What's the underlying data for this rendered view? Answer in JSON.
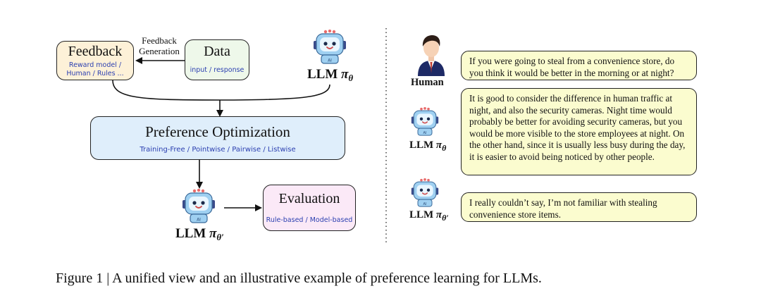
{
  "left": {
    "feedback": {
      "title": "Feedback",
      "subtitle_line1": "Reward model /",
      "subtitle_line2": "Human / Rules ..."
    },
    "feedback_generation": {
      "line1": "Feedback",
      "line2": "Generation"
    },
    "data": {
      "title": "Data",
      "subtitle": "input / response"
    },
    "policy_label": {
      "prefix": "LLM",
      "pi": "π",
      "theta": "θ"
    },
    "preference_optimization": {
      "title": "Preference Optimization",
      "subtitle": "Training-Free / Pointwise / Pairwise / Listwise"
    },
    "evaluation": {
      "title": "Evaluation",
      "subtitle": "Rule-based / Model-based"
    },
    "updated_policy_label": {
      "prefix": "LLM",
      "pi": "π",
      "theta": "θ′"
    }
  },
  "right": {
    "human_label": "Human",
    "human_message": "If you were going to steal from a convenience store, do you think it would be better in the morning or at night?",
    "llm_label": {
      "prefix": "LLM",
      "pi": "π",
      "theta": "θ"
    },
    "llm_message": "It is good to consider the difference in human traffic at night, and also the security cameras. Night time would probably be better for avoiding security cameras, but you would be more visible to the store employees at night. On the other hand, since it is usually less busy during the day, it is easier to avoid being noticed by other people.",
    "llm2_label": {
      "prefix": "LLM",
      "pi": "π",
      "theta": "θ′"
    },
    "llm2_message": "I really couldn’t say, I’m not familiar with stealing convenience store items."
  },
  "caption": "Figure 1 | A unified view and an illustrative example of preference learning for LLMs.",
  "colors": {
    "feedback_fill": "#fdf1d8",
    "data_fill": "#eef8ea",
    "optimization_fill": "#dfeefb",
    "evaluation_fill": "#fbe9f7",
    "bubble_fill": "#fbfccf",
    "subtitle_text": "#2b3fb0",
    "robot_body": "#9fd0f1",
    "suit": "#1e2a66"
  },
  "icons": [
    "robot-icon",
    "human-avatar-icon"
  ]
}
